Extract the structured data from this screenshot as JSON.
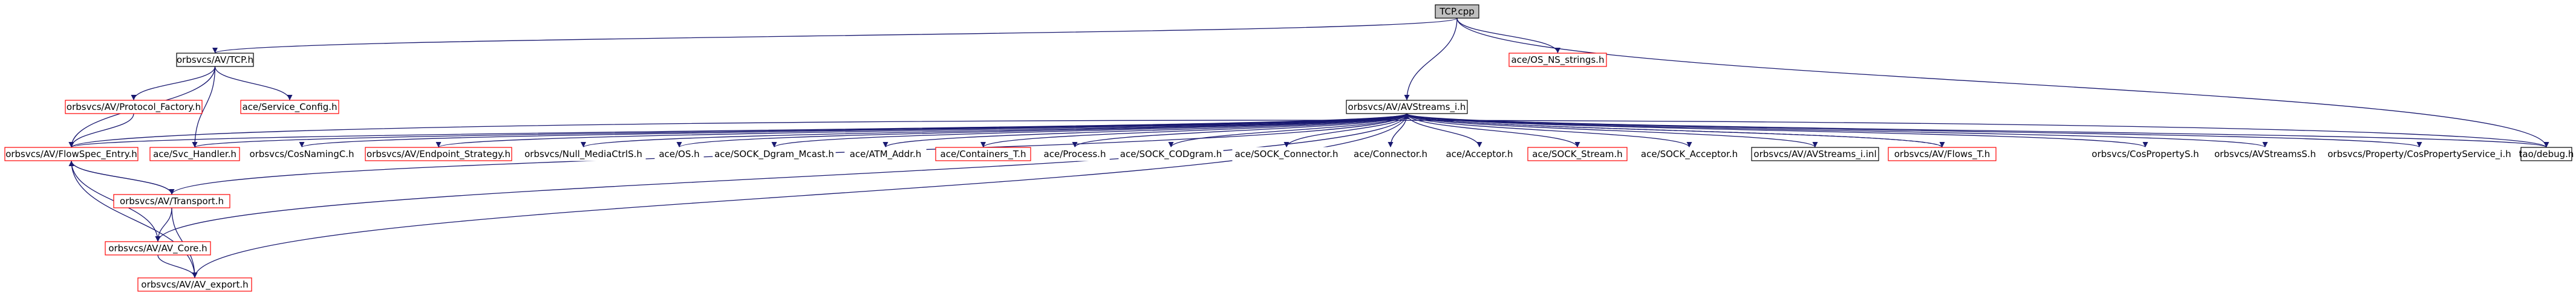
{
  "colors": {
    "edge": "#191970",
    "edge_dashed": "#191970",
    "border_default": "#000000",
    "border_incomplete": "#ff0000",
    "root_fill": "#bfbfbf",
    "node_fill": "#ffffff"
  },
  "nodes": [
    {
      "id": "root",
      "label": "TCP.cpp",
      "style": "root"
    },
    {
      "id": "tcp_h",
      "label": "orbsvcs/AV/TCP.h",
      "style": "default"
    },
    {
      "id": "os_ns",
      "label": "ace/OS_NS_strings.h",
      "style": "incomplete"
    },
    {
      "id": "protofac",
      "label": "orbsvcs/AV/Protocol_Factory.h",
      "style": "incomplete"
    },
    {
      "id": "svcconf",
      "label": "ace/Service_Config.h",
      "style": "incomplete"
    },
    {
      "id": "avstreams_i",
      "label": "orbsvcs/AV/AVStreams_i.h",
      "style": "default"
    },
    {
      "id": "flowspec",
      "label": "orbsvcs/AV/FlowSpec_Entry.h",
      "style": "incomplete"
    },
    {
      "id": "svc_handler",
      "label": "ace/Svc_Handler.h",
      "style": "incomplete"
    },
    {
      "id": "cosnaming",
      "label": "orbsvcs/CosNamingC.h",
      "style": "plain"
    },
    {
      "id": "endpoint",
      "label": "orbsvcs/AV/Endpoint_Strategy.h",
      "style": "incomplete"
    },
    {
      "id": "nullmedia",
      "label": "orbsvcs/Null_MediaCtrlS.h",
      "style": "plain"
    },
    {
      "id": "os_h",
      "label": "ace/OS.h",
      "style": "plain"
    },
    {
      "id": "dgram_mcast",
      "label": "ace/SOCK_Dgram_Mcast.h",
      "style": "plain"
    },
    {
      "id": "atm_addr",
      "label": "ace/ATM_Addr.h",
      "style": "plain"
    },
    {
      "id": "containers",
      "label": "ace/Containers_T.h",
      "style": "incomplete"
    },
    {
      "id": "process",
      "label": "ace/Process.h",
      "style": "plain"
    },
    {
      "id": "codgram",
      "label": "ace/SOCK_CODgram.h",
      "style": "plain"
    },
    {
      "id": "sock_conn",
      "label": "ace/SOCK_Connector.h",
      "style": "plain"
    },
    {
      "id": "connector",
      "label": "ace/Connector.h",
      "style": "plain"
    },
    {
      "id": "acceptor",
      "label": "ace/Acceptor.h",
      "style": "plain"
    },
    {
      "id": "sock_stream",
      "label": "ace/SOCK_Stream.h",
      "style": "incomplete"
    },
    {
      "id": "sock_acc",
      "label": "ace/SOCK_Acceptor.h",
      "style": "plain"
    },
    {
      "id": "avstreams_inl",
      "label": "orbsvcs/AV/AVStreams_i.inl",
      "style": "default"
    },
    {
      "id": "flows_t",
      "label": "orbsvcs/AV/Flows_T.h",
      "style": "incomplete"
    },
    {
      "id": "cosprops",
      "label": "orbsvcs/CosPropertyS.h",
      "style": "plain"
    },
    {
      "id": "avstreamss",
      "label": "orbsvcs/AVStreamsS.h",
      "style": "plain"
    },
    {
      "id": "cosprop_i",
      "label": "orbsvcs/Property/CosPropertyService_i.h",
      "style": "plain"
    },
    {
      "id": "taodebug",
      "label": "tao/debug.h",
      "style": "default"
    },
    {
      "id": "transport",
      "label": "orbsvcs/AV/Transport.h",
      "style": "incomplete"
    },
    {
      "id": "av_core",
      "label": "orbsvcs/AV/AV_Core.h",
      "style": "incomplete"
    },
    {
      "id": "av_export",
      "label": "orbsvcs/AV/AV_export.h",
      "style": "incomplete"
    }
  ],
  "edges": [
    {
      "from": "root",
      "to": "tcp_h"
    },
    {
      "from": "root",
      "to": "os_ns"
    },
    {
      "from": "root",
      "to": "avstreams_i"
    },
    {
      "from": "root",
      "to": "taodebug"
    },
    {
      "from": "tcp_h",
      "to": "protofac"
    },
    {
      "from": "tcp_h",
      "to": "svcconf"
    },
    {
      "from": "tcp_h",
      "to": "flowspec"
    },
    {
      "from": "tcp_h",
      "to": "svc_handler"
    },
    {
      "from": "protofac",
      "to": "flowspec"
    },
    {
      "from": "avstreams_i",
      "to": "flowspec"
    },
    {
      "from": "avstreams_i",
      "to": "svc_handler"
    },
    {
      "from": "avstreams_i",
      "to": "cosnaming"
    },
    {
      "from": "avstreams_i",
      "to": "endpoint"
    },
    {
      "from": "avstreams_i",
      "to": "nullmedia"
    },
    {
      "from": "avstreams_i",
      "to": "os_h"
    },
    {
      "from": "avstreams_i",
      "to": "dgram_mcast"
    },
    {
      "from": "avstreams_i",
      "to": "atm_addr"
    },
    {
      "from": "avstreams_i",
      "to": "containers"
    },
    {
      "from": "avstreams_i",
      "to": "process"
    },
    {
      "from": "avstreams_i",
      "to": "codgram"
    },
    {
      "from": "avstreams_i",
      "to": "sock_conn"
    },
    {
      "from": "avstreams_i",
      "to": "connector"
    },
    {
      "from": "avstreams_i",
      "to": "acceptor"
    },
    {
      "from": "avstreams_i",
      "to": "sock_stream"
    },
    {
      "from": "avstreams_i",
      "to": "sock_acc"
    },
    {
      "from": "avstreams_i",
      "to": "avstreams_inl"
    },
    {
      "from": "avstreams_i",
      "to": "flows_t"
    },
    {
      "from": "avstreams_i",
      "to": "cosprops"
    },
    {
      "from": "avstreams_i",
      "to": "avstreamss"
    },
    {
      "from": "avstreams_i",
      "to": "cosprop_i"
    },
    {
      "from": "avstreams_i",
      "to": "taodebug"
    },
    {
      "from": "avstreams_i",
      "to": "transport"
    },
    {
      "from": "avstreams_i",
      "to": "av_core"
    },
    {
      "from": "avstreams_i",
      "to": "av_export"
    },
    {
      "from": "flows_t",
      "to": "avstreams_i",
      "dashed": true
    },
    {
      "from": "taodebug",
      "to": "flowspec"
    },
    {
      "from": "flowspec",
      "to": "transport"
    },
    {
      "from": "flowspec",
      "to": "av_core"
    },
    {
      "from": "flowspec",
      "to": "av_export"
    },
    {
      "from": "transport",
      "to": "flowspec"
    },
    {
      "from": "transport",
      "to": "av_core"
    },
    {
      "from": "transport",
      "to": "av_export"
    },
    {
      "from": "av_core",
      "to": "av_export"
    }
  ]
}
